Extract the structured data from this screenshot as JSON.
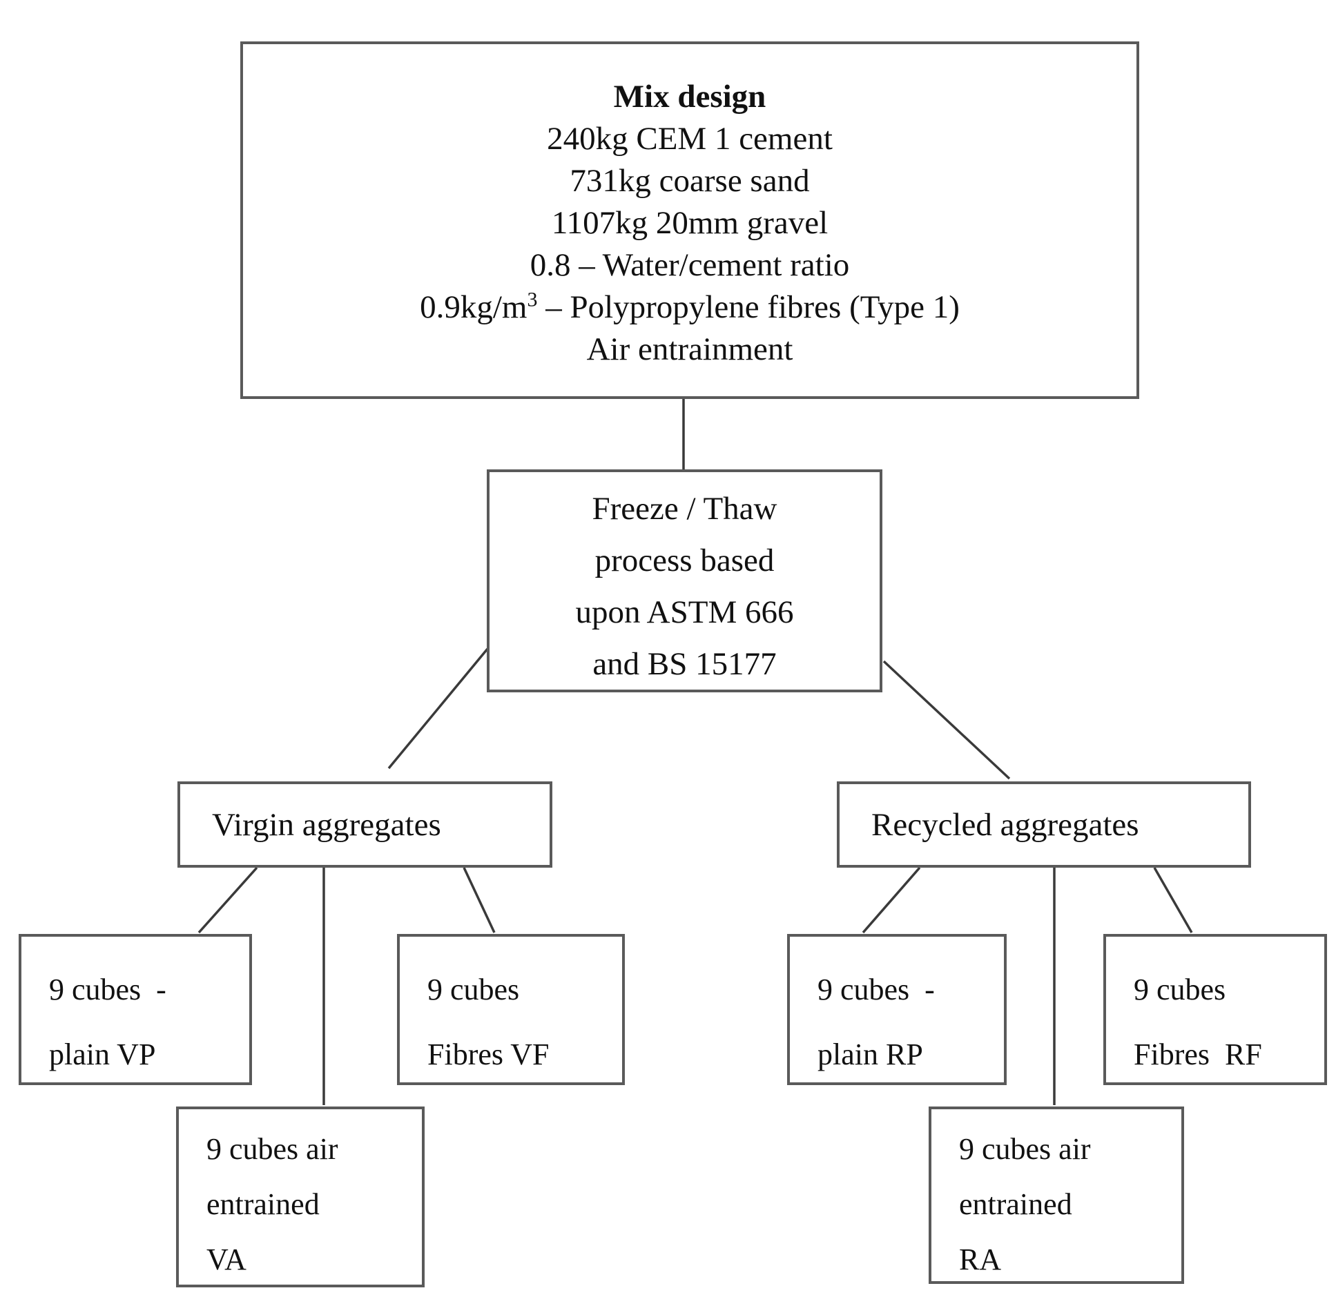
{
  "colors": {
    "background": "#ffffff",
    "text": "#111111",
    "border": "#5a5a5a",
    "connector": "#3a3a3a"
  },
  "diagram": {
    "root": {
      "title": "Mix design",
      "lines": [
        "240kg CEM 1 cement",
        "731kg coarse sand",
        "1107kg 20mm gravel",
        "0.8 – Water/cement ratio"
      ],
      "fibre_line": {
        "prefix": "0.9kg/m",
        "sup": "3",
        "suffix": " – Polypropylene fibres (Type 1)"
      },
      "last_line": "Air entrainment"
    },
    "process": {
      "lines": [
        "Freeze / Thaw",
        "process based",
        "upon ASTM 666",
        "and BS 15177"
      ]
    },
    "branches": {
      "virgin": {
        "label": "Virgin aggregates"
      },
      "recycled": {
        "label": "Recycled aggregates"
      }
    },
    "leaves": {
      "vp": {
        "lines": [
          "9 cubes  -",
          "plain VP"
        ]
      },
      "va": {
        "lines": [
          "9 cubes air",
          "entrained",
          "VA"
        ]
      },
      "vf": {
        "lines": [
          "9 cubes",
          "Fibres VF"
        ]
      },
      "rp": {
        "lines": [
          "9 cubes  -",
          "plain RP"
        ]
      },
      "ra": {
        "lines": [
          "9 cubes air",
          "entrained",
          "RA"
        ]
      },
      "rf": {
        "lines": [
          "9 cubes",
          "Fibres  RF"
        ]
      }
    }
  }
}
